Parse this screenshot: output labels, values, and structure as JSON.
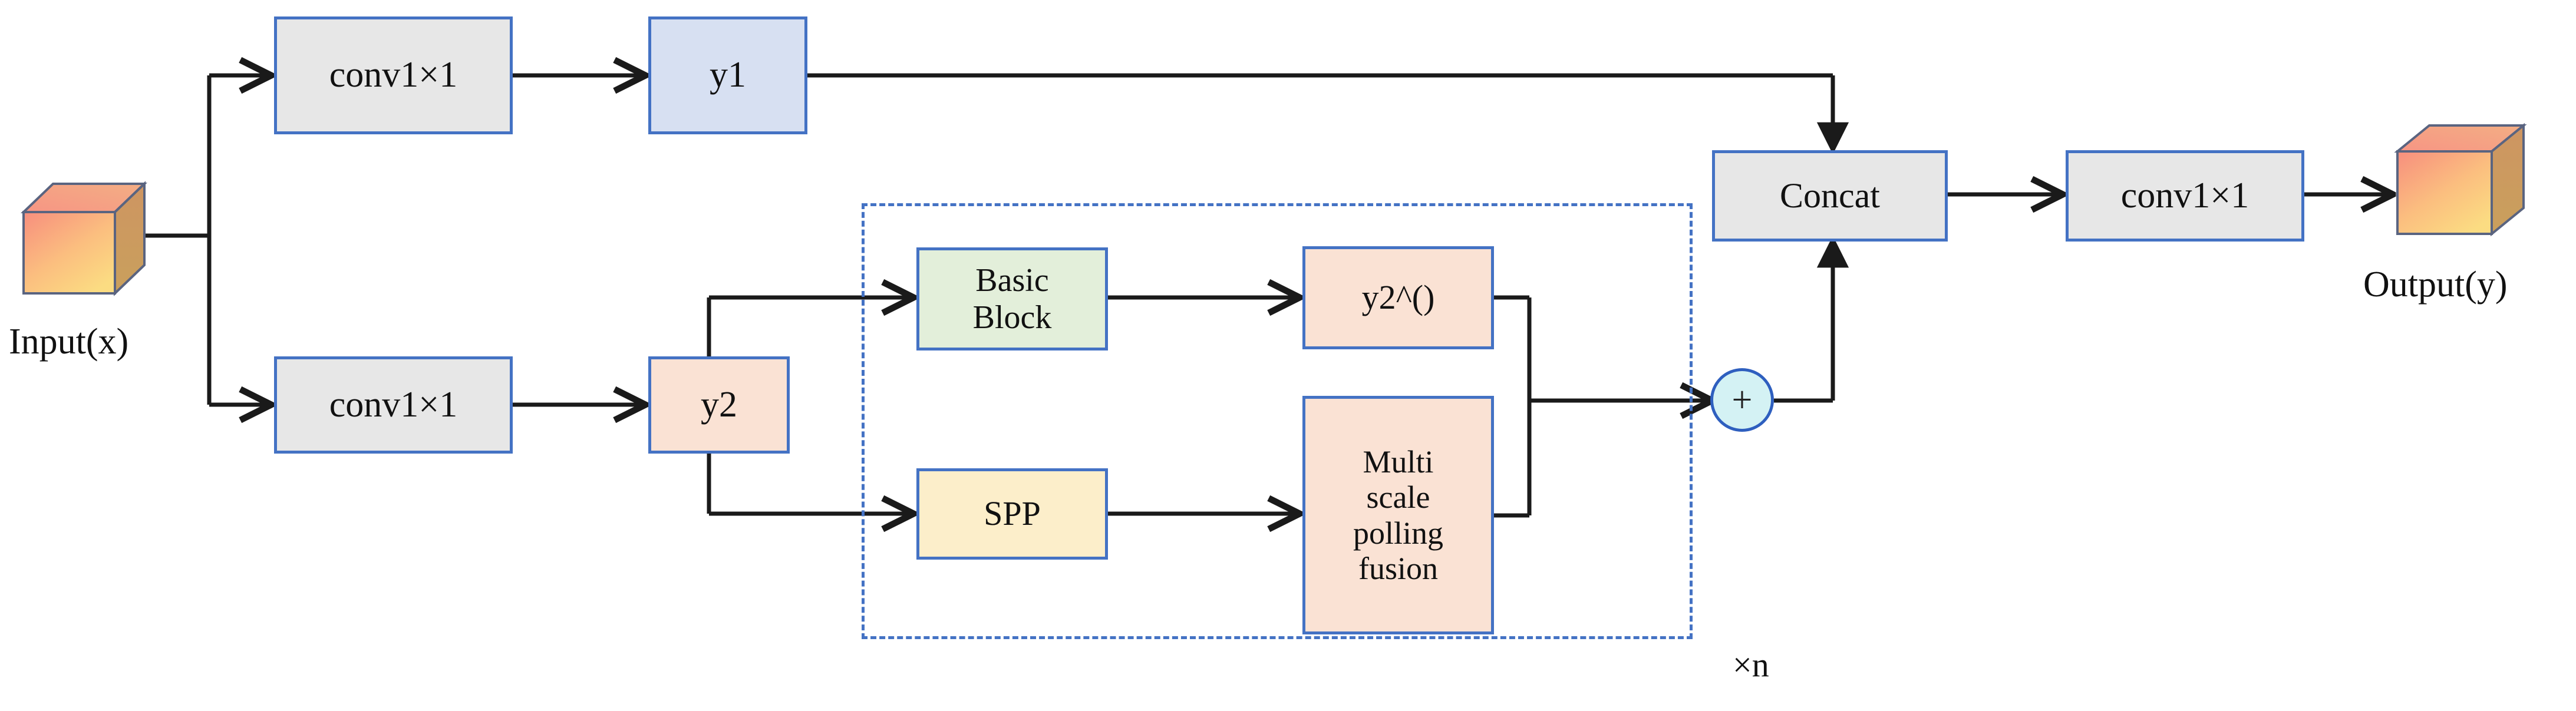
{
  "diagram": {
    "title": "Network module architecture block diagram",
    "colors": {
      "border_blue": "#4472C4",
      "fill_gray": "#E7E7E7",
      "fill_blue": "#D7E0F2",
      "fill_peach": "#FAE2D4",
      "fill_green": "#E3EFDA",
      "fill_yellow": "#FCEECA",
      "plus_fill": "#D4F2F4",
      "plus_border": "#2E5FBF",
      "wire": "#1A1A1A",
      "cube_top": "#F6A48C",
      "cube_front_a": "#F79B86",
      "cube_front_b": "#FBD97E",
      "cube_side": "#C99155",
      "cube_edge": "#5A6480"
    },
    "nodes": [
      {
        "id": "input_cube",
        "kind": "cube",
        "label": "Input(x)"
      },
      {
        "id": "conv_top",
        "kind": "box",
        "label": "conv1×1",
        "fill": "gray"
      },
      {
        "id": "y1",
        "kind": "box",
        "label": "y1",
        "fill": "blue"
      },
      {
        "id": "conv_bottom",
        "kind": "box",
        "label": "conv1×1",
        "fill": "gray"
      },
      {
        "id": "y2",
        "kind": "box",
        "label": "y2",
        "fill": "peach"
      },
      {
        "id": "basic_block",
        "kind": "box",
        "label": "Basic\nBlock",
        "fill": "green"
      },
      {
        "id": "y2_hat",
        "kind": "box",
        "label": "y2^()",
        "fill": "peach"
      },
      {
        "id": "spp",
        "kind": "box",
        "label": "SPP",
        "fill": "yellow"
      },
      {
        "id": "msp_fusion",
        "kind": "box",
        "label": "Multi\nscale\npolling\nfusion",
        "fill": "peach"
      },
      {
        "id": "add",
        "kind": "circle",
        "label": "+"
      },
      {
        "id": "concat",
        "kind": "box",
        "label": "Concat",
        "fill": "gray"
      },
      {
        "id": "conv_out",
        "kind": "box",
        "label": "conv1×1",
        "fill": "gray"
      },
      {
        "id": "output_cube",
        "kind": "cube",
        "label": "Output(y)"
      }
    ],
    "labels": {
      "input": "Input(x)",
      "output": "Output(y)",
      "repeat": "×n",
      "conv_top": "conv1×1",
      "conv_bottom": "conv1×1",
      "conv_out": "conv1×1",
      "y1": "y1",
      "y2": "y2",
      "basic_block": "Basic\nBlock",
      "y2_hat": "y2^()",
      "spp": "SPP",
      "msp_fusion": "Multi\nscale\npolling\nfusion",
      "add": "+",
      "concat": "Concat"
    },
    "repeat_group": {
      "label": "×n",
      "style": "dashed",
      "contains": [
        "basic_block",
        "y2_hat",
        "spp",
        "msp_fusion"
      ]
    },
    "edges": [
      {
        "from": "input_cube",
        "to": "conv_top",
        "arrow": true
      },
      {
        "from": "input_cube",
        "to": "conv_bottom",
        "arrow": true
      },
      {
        "from": "conv_top",
        "to": "y1",
        "arrow": true
      },
      {
        "from": "y1",
        "to": "concat",
        "arrow": true
      },
      {
        "from": "conv_bottom",
        "to": "y2",
        "arrow": true
      },
      {
        "from": "y2",
        "to": "basic_block",
        "arrow": true
      },
      {
        "from": "y2",
        "to": "spp",
        "arrow": true
      },
      {
        "from": "basic_block",
        "to": "y2_hat",
        "arrow": true
      },
      {
        "from": "spp",
        "to": "msp_fusion",
        "arrow": true
      },
      {
        "from": "y2_hat",
        "to": "add",
        "arrow": true
      },
      {
        "from": "msp_fusion",
        "to": "add",
        "arrow": true
      },
      {
        "from": "add",
        "to": "concat",
        "arrow": true
      },
      {
        "from": "concat",
        "to": "conv_out",
        "arrow": true
      },
      {
        "from": "conv_out",
        "to": "output_cube",
        "arrow": true
      }
    ]
  }
}
